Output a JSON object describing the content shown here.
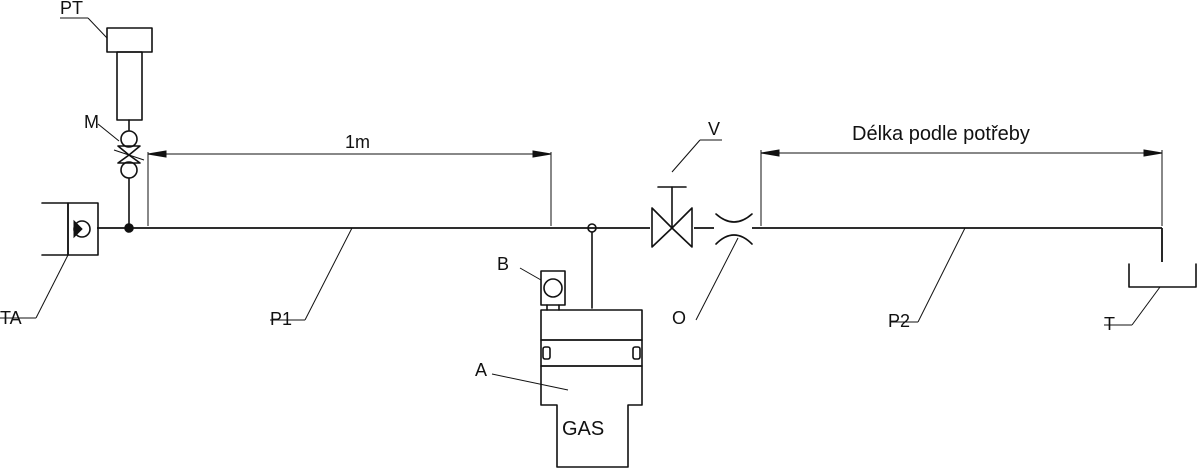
{
  "labels": {
    "pt": "PT",
    "m": "M",
    "ta": "TA",
    "b": "B",
    "a": "A",
    "gas": "GAS",
    "v": "V",
    "o": "O",
    "p1": "P1",
    "p2": "P2",
    "t": "T"
  },
  "dimensions": {
    "left_length": "1m",
    "right_length": "Délka podle potřeby"
  }
}
